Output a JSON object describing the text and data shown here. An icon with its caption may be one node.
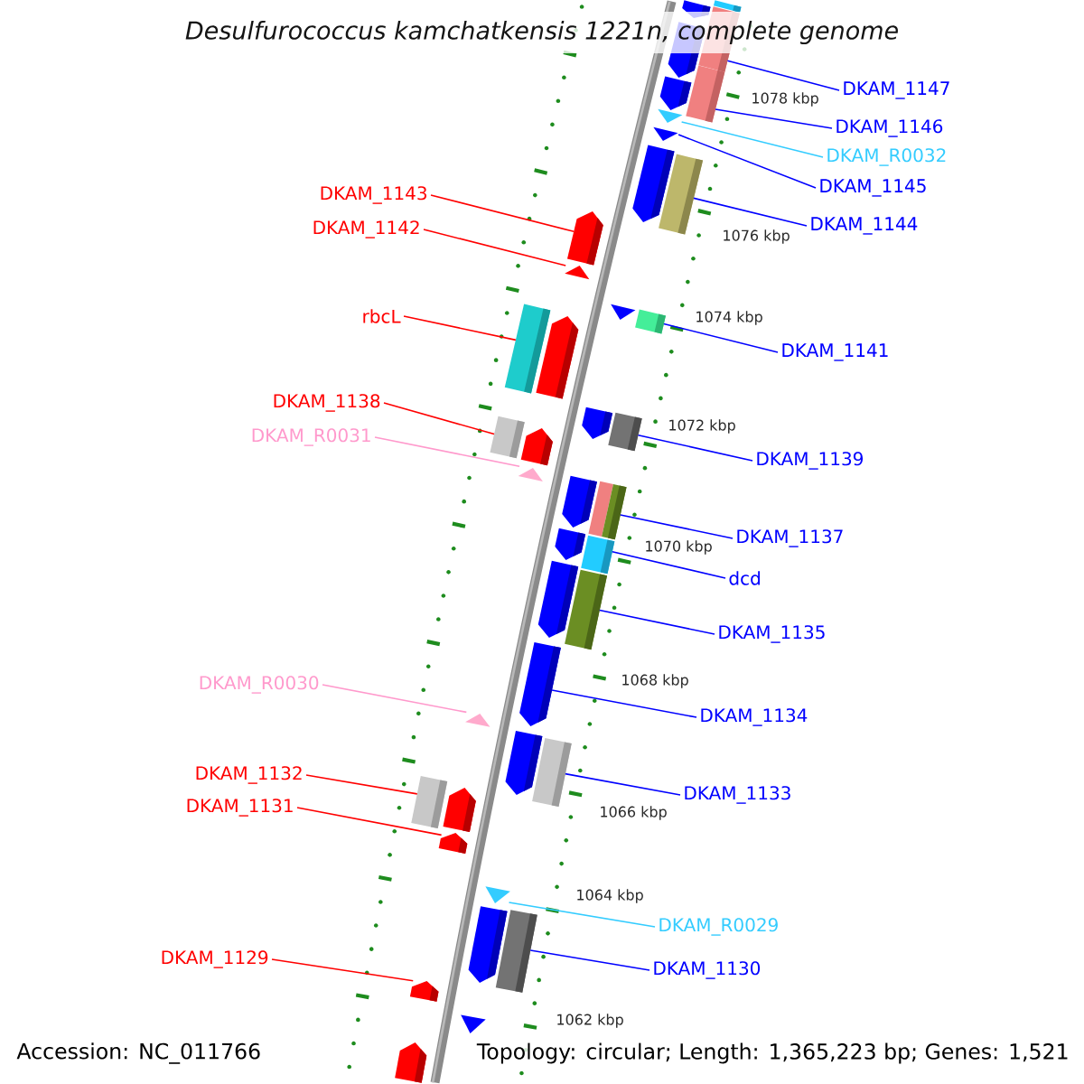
{
  "diagram": {
    "title": "Desulfurococcus kamchatkensis 1221n, complete genome",
    "nodes": [
      {
        "text": [
          "DKAM_1147"
        ]
      },
      {
        "text": [
          "DKAM_1146"
        ]
      },
      {
        "text": [
          "DKAM_R0032"
        ]
      },
      {
        "text": [
          "DKAM_1145"
        ]
      },
      {
        "text": [
          "DKAM_1143"
        ]
      },
      {
        "text": [
          "DKAM_1144"
        ]
      },
      {
        "text": [
          "DKAM_1142"
        ]
      },
      {
        "text": [
          "rbcL"
        ]
      },
      {
        "text": [
          "DKAM_1141"
        ]
      },
      {
        "text": [
          "DKAM_1138"
        ]
      },
      {
        "text": [
          "DKAM_R0031"
        ]
      },
      {
        "text": [
          "DKAM_1139"
        ]
      },
      {
        "text": [
          "DKAM_1137"
        ]
      },
      {
        "text": [
          "dcd"
        ]
      },
      {
        "text": [
          "DKAM_1135"
        ]
      },
      {
        "text": [
          "DKAM_R0030"
        ]
      },
      {
        "text": [
          "DKAM_1134"
        ]
      },
      {
        "text": [
          "DKAM_1132"
        ]
      },
      {
        "text": [
          "DKAM_1133"
        ]
      },
      {
        "text": [
          "DKAM_1131"
        ]
      },
      {
        "text": [
          "DKAM_R0029"
        ]
      },
      {
        "text": [
          "DKAM_1129"
        ]
      },
      {
        "text": [
          "DKAM_1130"
        ]
      },
      {
        "text": [],
        "shape": "box"
      },
      {
        "text": [],
        "shape": "pentagon"
      },
      {
        "text": [],
        "shape": "box"
      },
      {
        "text": [],
        "shape": "pentagon"
      },
      {
        "text": [],
        "shape": "box"
      },
      {
        "text": [],
        "shape": "pentagon"
      },
      {
        "text": [],
        "shape": "triangle"
      },
      {
        "text": [],
        "shape": "triangle"
      },
      {
        "text": [],
        "shape": "pentagon"
      },
      {
        "text": [],
        "shape": "box"
      },
      {
        "text": [],
        "shape": "pentagon"
      },
      {
        "text": [],
        "shape": "triangle"
      },
      {
        "text": [],
        "shape": "triangle"
      },
      {
        "text": [],
        "shape": "box"
      },
      {
        "text": [],
        "shape": "box"
      },
      {
        "text": [],
        "shape": "pentagon"
      },
      {
        "text": [],
        "shape": "pentagon"
      },
      {
        "text": [],
        "shape": "box"
      },
      {
        "text": [],
        "shape": "box"
      },
      {
        "text": [],
        "shape": "pentagon"
      },
      {
        "text": [],
        "shape": "triangle"
      },
      {
        "text": [],
        "shape": "pentagon"
      },
      {
        "text": [],
        "shape": "box"
      },
      {
        "text": [],
        "shape": "pentagon"
      },
      {
        "text": [],
        "shape": "box"
      },
      {
        "text": [],
        "shape": "pentagon"
      },
      {
        "text": [],
        "shape": "box"
      },
      {
        "text": [],
        "shape": "pentagon"
      },
      {
        "text": [],
        "shape": "triangle"
      },
      {
        "text": [],
        "shape": "pentagon"
      },
      {
        "text": [],
        "shape": "box"
      },
      {
        "text": [],
        "shape": "box"
      },
      {
        "text": [],
        "shape": "pentagon"
      },
      {
        "text": [],
        "shape": "pentagon"
      },
      {
        "text": [],
        "shape": "triangle"
      },
      {
        "text": [],
        "shape": "pentagon"
      },
      {
        "text": [],
        "shape": "box"
      },
      {
        "text": [],
        "shape": "pentagon"
      },
      {
        "text": [],
        "shape": "triangle"
      },
      {
        "text": [],
        "shape": "pentagon"
      }
    ],
    "edges": [
      {
        "from": 0,
        "to": 25,
        "arrow": "none"
      },
      {
        "from": 1,
        "to": 27,
        "arrow": "none"
      },
      {
        "from": 2,
        "to": 29,
        "arrow": "none",
        "color": "#33ccff"
      },
      {
        "from": 3,
        "to": 30,
        "arrow": "none"
      },
      {
        "from": 4,
        "to": 33,
        "arrow": "none",
        "color": "#ff0000"
      },
      {
        "from": 5,
        "to": 32,
        "arrow": "none"
      },
      {
        "from": 6,
        "to": 34,
        "arrow": "none",
        "color": "#ff0000"
      },
      {
        "from": 7,
        "to": 37,
        "arrow": "none",
        "color": "#ff0000"
      },
      {
        "from": 8,
        "to": 36,
        "arrow": "none"
      },
      {
        "from": 9,
        "to": 41,
        "arrow": "none",
        "color": "#ff0000"
      },
      {
        "from": 10,
        "to": 43,
        "arrow": "none",
        "color": "#ff99cc"
      },
      {
        "from": 11,
        "to": 40,
        "arrow": "none"
      },
      {
        "from": 12,
        "to": 45,
        "arrow": "none"
      },
      {
        "from": 13,
        "to": 47,
        "arrow": "none"
      },
      {
        "from": 14,
        "to": 49,
        "arrow": "none"
      },
      {
        "from": 15,
        "to": 51,
        "arrow": "none",
        "color": "#ff99cc"
      },
      {
        "from": 16,
        "to": 50,
        "arrow": "none"
      },
      {
        "from": 17,
        "to": 54,
        "arrow": "none",
        "color": "#ff0000"
      },
      {
        "from": 18,
        "to": 53,
        "arrow": "none"
      },
      {
        "from": 19,
        "to": 56,
        "arrow": "none",
        "color": "#ff0000"
      },
      {
        "from": 20,
        "to": 57,
        "arrow": "none",
        "color": "#33ccff"
      },
      {
        "from": 21,
        "to": 60,
        "arrow": "none",
        "color": "#ff0000"
      },
      {
        "from": 22,
        "to": 59,
        "arrow": "none"
      }
    ],
    "labels": [
      "1078 kbp",
      "1076 kbp",
      "1074 kbp",
      "1072 kbp",
      "1070 kbp",
      "1068 kbp",
      "1066 kbp",
      "1064 kbp",
      "1062 kbp",
      "Accession: NC_011766",
      "Topology: circular; Length: 1,365,223 bp; Genes: 1,521"
    ]
  }
}
